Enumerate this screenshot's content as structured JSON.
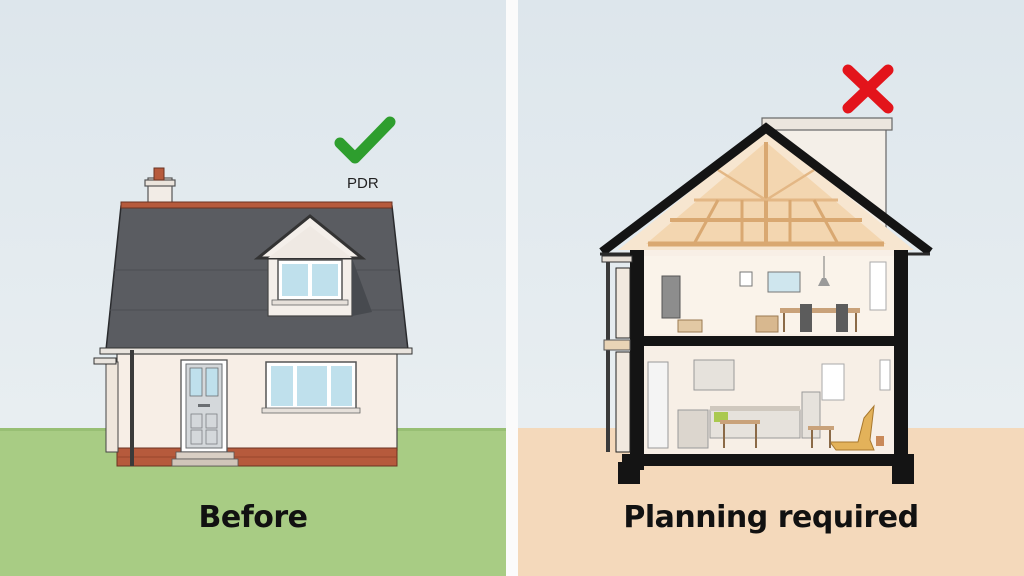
{
  "panels": {
    "before": {
      "caption": "Before",
      "badge_label": "PDR",
      "badge_icon": "checkmark-icon",
      "badge_color": "#2e9e2e"
    },
    "after": {
      "caption": "Planning required",
      "badge_icon": "cross-icon",
      "badge_color": "#e3141b"
    }
  },
  "colors": {
    "grass": "#a8cc84",
    "sand": "#f4d9bb",
    "roof": "#5a5c61",
    "render": "#f7eee6",
    "brick": "#b65a3c"
  }
}
